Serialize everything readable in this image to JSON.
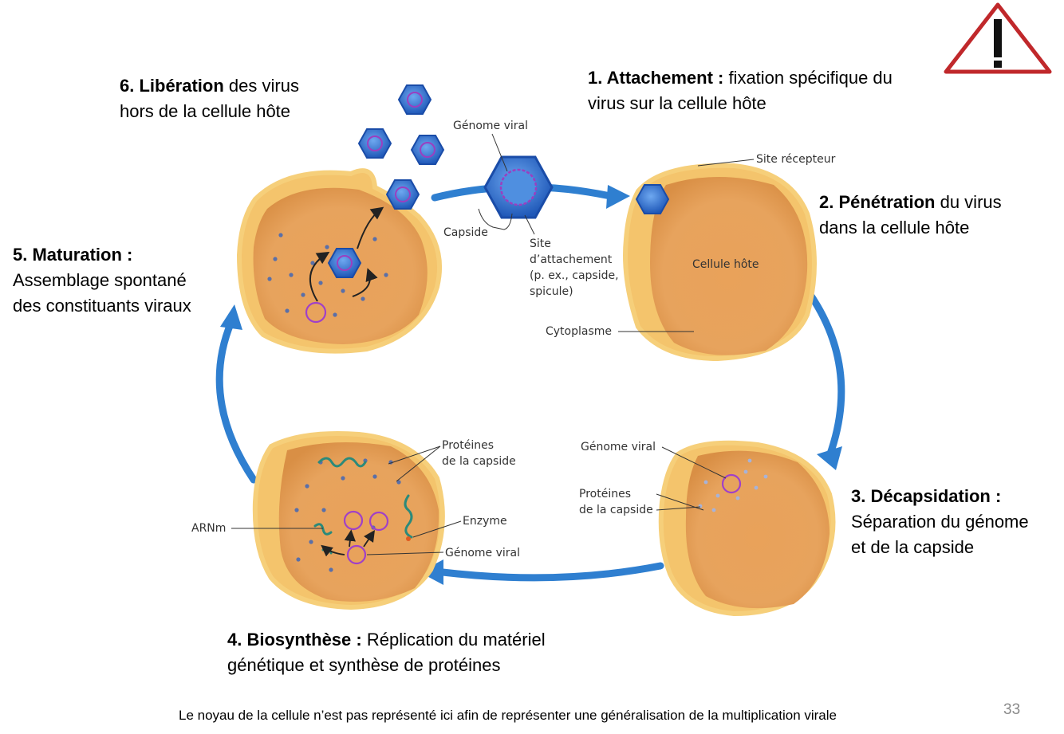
{
  "steps": {
    "s1": {
      "title": "1. Attachement :",
      "line1": " fixation spécifique du",
      "line2": "virus sur la cellule hôte"
    },
    "s2": {
      "title": "2. Pénétration",
      "line1": " du virus",
      "line2": "dans la cellule hôte"
    },
    "s3": {
      "title": "3. Décapsidation :",
      "line2": "Séparation du génome",
      "line3": "et de la capside"
    },
    "s4": {
      "title": "4. Biosynthèse :",
      "line1": " Réplication du matériel",
      "line2": "génétique et synthèse de protéines"
    },
    "s5": {
      "title": "5. Maturation :",
      "line2": "Assemblage spontané",
      "line3": "des constituants viraux"
    },
    "s6": {
      "title": "6. Libération",
      "line1": " des virus",
      "line2": "hors de la cellule hôte"
    }
  },
  "labels": {
    "genome_viral_top": "Génome viral",
    "capside": "Capside",
    "site_attachement": [
      "Site",
      "d’attachement",
      "(p. ex., capside,",
      "spicule)"
    ],
    "site_recepteur": "Site récepteur",
    "cellule_hote": "Cellule hôte",
    "cytoplasme": "Cytoplasme",
    "genome_viral_s3": "Génome viral",
    "proteines_capside_s3": [
      "Protéines",
      "de la capside"
    ],
    "proteines_capside_s4": [
      "Protéines",
      "de la capside"
    ],
    "enzyme": "Enzyme",
    "arnm": "ARNm",
    "genome_viral_s4": "Génome viral"
  },
  "warning_icon": "warning-triangle-icon",
  "footnote": "Le noyau de la cellule n’est pas représenté ici afin de représenter une généralisation de la multiplication virale",
  "page_number": "33",
  "colors": {
    "cycle_arrow": "#2f7fd0",
    "cell_fill": "#e8a95f",
    "cell_edge": "#f6cf7a",
    "virus": "#2a6fd1",
    "genome": "#a040c8",
    "warning": "#c0282b"
  }
}
